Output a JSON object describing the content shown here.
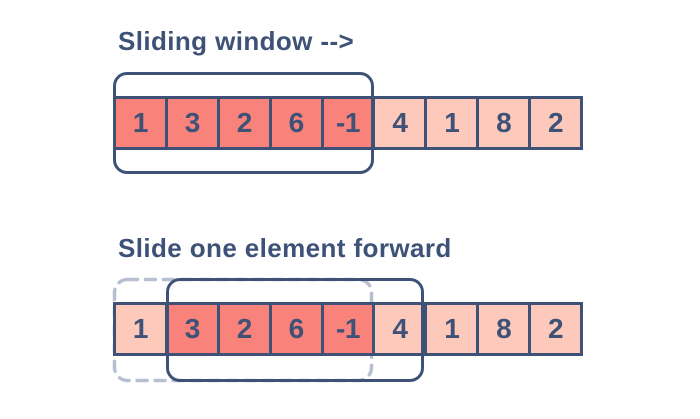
{
  "colors": {
    "background": "#FFFFFF",
    "navy": "#3E5278",
    "salmon": "#F9827B",
    "light_pink": "#FCC9BA",
    "ghost_dash": "#B7C0D1"
  },
  "sections": [
    {
      "title": "Sliding window -->",
      "cells": [
        {
          "value": "1",
          "state": "in-window"
        },
        {
          "value": "3",
          "state": "in-window"
        },
        {
          "value": "2",
          "state": "in-window"
        },
        {
          "value": "6",
          "state": "in-window"
        },
        {
          "value": "-1",
          "state": "in-window"
        },
        {
          "value": "4",
          "state": "outside"
        },
        {
          "value": "1",
          "state": "outside"
        },
        {
          "value": "8",
          "state": "outside"
        },
        {
          "value": "2",
          "state": "outside"
        }
      ],
      "window": {
        "style": "solid",
        "covers": [
          "1",
          "3",
          "2",
          "6",
          "-1"
        ]
      }
    },
    {
      "title": "Slide one element forward",
      "cells": [
        {
          "value": "1",
          "state": "outside"
        },
        {
          "value": "3",
          "state": "in-window"
        },
        {
          "value": "2",
          "state": "in-window"
        },
        {
          "value": "6",
          "state": "in-window"
        },
        {
          "value": "-1",
          "state": "in-window"
        },
        {
          "value": "4",
          "state": "outside"
        },
        {
          "value": "1",
          "state": "outside"
        },
        {
          "value": "8",
          "state": "outside"
        },
        {
          "value": "2",
          "state": "outside"
        }
      ],
      "windows": [
        {
          "style": "dashed",
          "role": "previous-position",
          "covers": [
            "1",
            "3",
            "2",
            "6",
            "-1"
          ]
        },
        {
          "style": "solid",
          "role": "current-position",
          "covers": [
            "3",
            "2",
            "6",
            "-1",
            "4"
          ]
        }
      ]
    }
  ]
}
